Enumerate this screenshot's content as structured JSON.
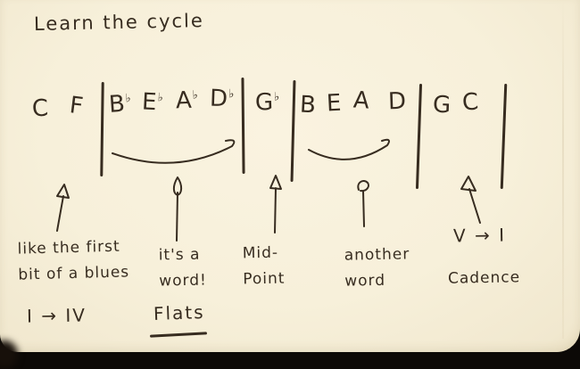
{
  "title": "Learn the cycle",
  "colors": {
    "ink": "#372c20",
    "paper": "#f7f0da",
    "edge": "#0c0906"
  },
  "score": {
    "groups": [
      {
        "chords": [
          {
            "letter": "C",
            "accidental": ""
          },
          {
            "letter": "F",
            "accidental": ""
          }
        ],
        "grouped": false
      },
      {
        "chords": [
          {
            "letter": "B",
            "accidental": "♭"
          },
          {
            "letter": "E",
            "accidental": "♭"
          },
          {
            "letter": "A",
            "accidental": "♭"
          },
          {
            "letter": "D",
            "accidental": "♭"
          }
        ],
        "grouped": true
      },
      {
        "chords": [
          {
            "letter": "G",
            "accidental": "♭"
          }
        ],
        "grouped": false
      },
      {
        "chords": [
          {
            "letter": "B",
            "accidental": ""
          },
          {
            "letter": "E",
            "accidental": ""
          },
          {
            "letter": "A",
            "accidental": ""
          },
          {
            "letter": "D",
            "accidental": ""
          }
        ],
        "grouped": true
      },
      {
        "chords": [
          {
            "letter": "G",
            "accidental": ""
          },
          {
            "letter": "C",
            "accidental": ""
          }
        ],
        "grouped": false
      }
    ]
  },
  "annotations": {
    "blues": [
      "like the first",
      "bit of a blues"
    ],
    "progression": "I → IV",
    "word1": [
      "it's a",
      "word!"
    ],
    "flats": "Flats",
    "midpoint": [
      "Mid-",
      "Point"
    ],
    "word2": [
      "another",
      "word"
    ],
    "cadence_label": "V → I",
    "cadence_word": "Cadence"
  }
}
